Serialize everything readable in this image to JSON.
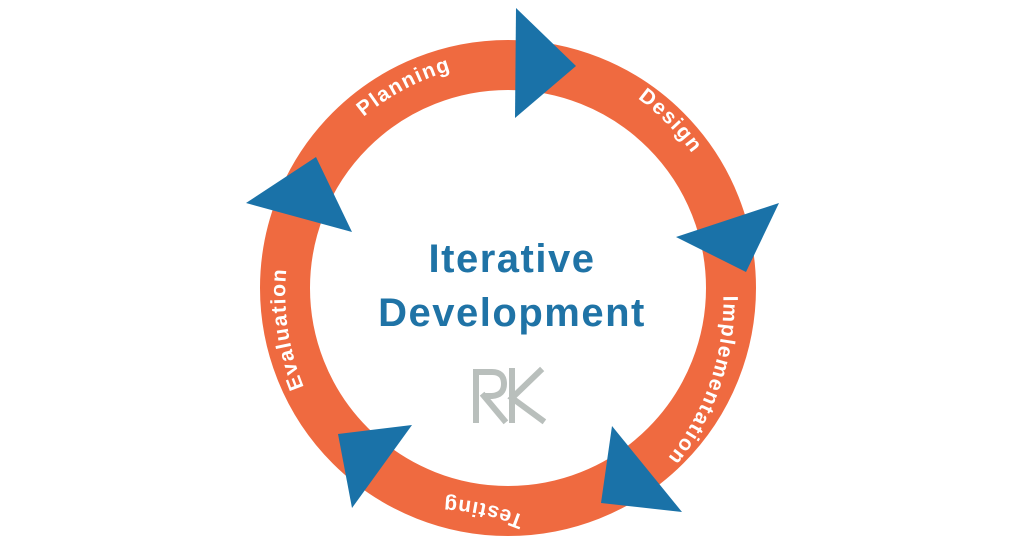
{
  "title": {
    "line1": "Iterative",
    "line2": "Development"
  },
  "logo": {
    "text": "RK",
    "color": "#b9bfbc"
  },
  "stages": [
    {
      "label": "Planning"
    },
    {
      "label": "Design"
    },
    {
      "label": "Implementation"
    },
    {
      "label": "Testing"
    },
    {
      "label": "Evaluation"
    }
  ],
  "colors": {
    "ring": "#ef6a40",
    "arrow": "#1a72a8",
    "title": "#1f73a6",
    "label": "#ffffff",
    "background": "#ffffff"
  }
}
